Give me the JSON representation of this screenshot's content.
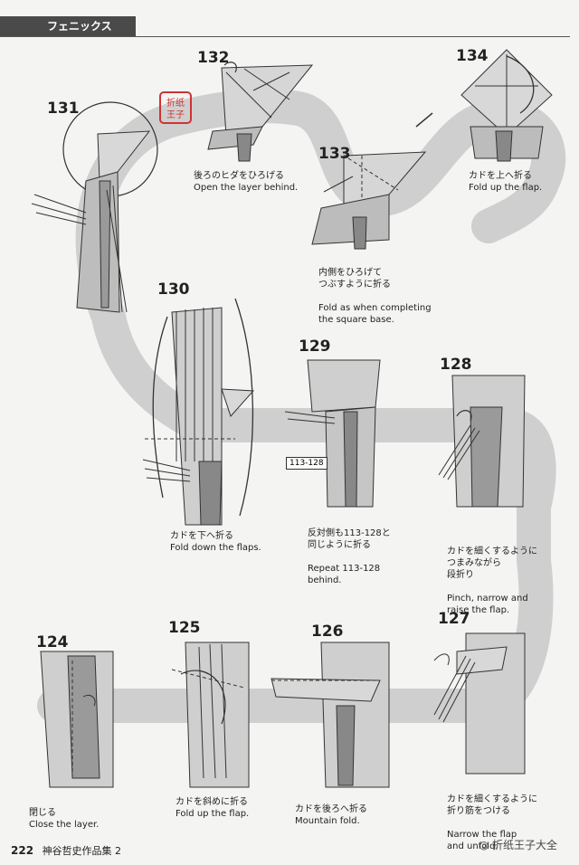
{
  "header": {
    "title": "フェニックス"
  },
  "steps": [
    {
      "num": "131",
      "jp": "",
      "en": ""
    },
    {
      "num": "132",
      "jp": "後ろのヒダをひろげる",
      "en": "Open the layer behind."
    },
    {
      "num": "133",
      "jp": "内側をひろげて\nつぶすように折る",
      "en": "Fold as when completing\nthe square base."
    },
    {
      "num": "134",
      "jp": "カドを上へ折る",
      "en": "Fold up the flap."
    },
    {
      "num": "130",
      "jp": "カドを下へ折る",
      "en": "Fold down the flaps."
    },
    {
      "num": "129",
      "jp": "反対側も113-128と\n同じように折る",
      "en": "Repeat 113-128\nbehind."
    },
    {
      "num": "128",
      "jp": "カドを細くするように\nつまみながら\n段折り",
      "en": "Pinch, narrow and\nraise the flap."
    },
    {
      "num": "124",
      "jp": "閉じる",
      "en": "Close the layer."
    },
    {
      "num": "125",
      "jp": "カドを斜めに折る",
      "en": "Fold up the flap."
    },
    {
      "num": "126",
      "jp": "カドを後ろへ折る",
      "en": "Mountain fold."
    },
    {
      "num": "127",
      "jp": "カドを細くするように\n折り筋をつける",
      "en": "Narrow the flap\nand unfold."
    }
  ],
  "ref_box": "113-128",
  "stamp_text": "折紙王子",
  "footer": {
    "page": "222",
    "book": "神谷哲史作品集 2"
  },
  "watermark": "折纸王子大全"
}
